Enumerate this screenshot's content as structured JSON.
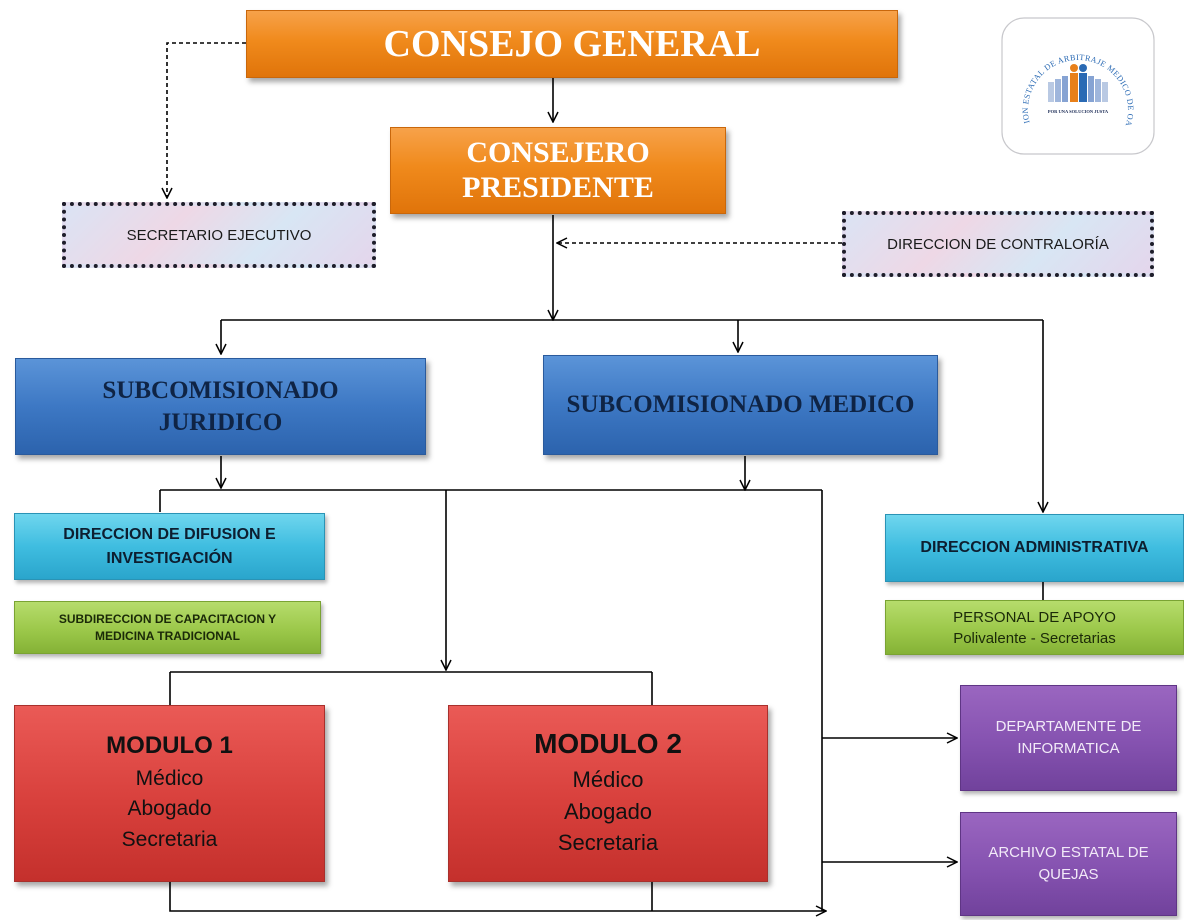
{
  "consejo_general": {
    "label": "CONSEJO GENERAL"
  },
  "consejero_presidente": {
    "line1": "CONSEJERO",
    "line2": "PRESIDENTE"
  },
  "secretario_ejecutivo": {
    "label": "SECRETARIO EJECUTIVO"
  },
  "direccion_contraloria": {
    "label": "DIRECCION DE CONTRALORÍA"
  },
  "subcomisionado_juridico": {
    "line1": "SUBCOMISIONADO",
    "line2": "JURIDICO"
  },
  "subcomisionado_medico": {
    "label": "SUBCOMISIONADO  MEDICO"
  },
  "direccion_difusion": {
    "line1": "DIRECCION DE DIFUSION E",
    "line2": "INVESTIGACIÓN"
  },
  "subdireccion_capacitacion": {
    "line1": "SUBDIRECCION DE CAPACITACION Y",
    "line2": "MEDICINA TRADICIONAL"
  },
  "direccion_administrativa": {
    "label": "DIRECCION ADMINISTRATIVA"
  },
  "personal_apoyo": {
    "line1": "PERSONAL DE APOYO",
    "line2": "Polivalente - Secretarias"
  },
  "modulo_1": {
    "title": "MODULO 1",
    "line1": "Médico",
    "line2": "Abogado",
    "line3": "Secretaria"
  },
  "modulo_2": {
    "title": "MODULO 2",
    "line1": "Médico",
    "line2": "Abogado",
    "line3": "Secretaria"
  },
  "departamento_informatica": {
    "line1": "DEPARTAMENTE DE",
    "line2": "INFORMATICA"
  },
  "archivo_quejas": {
    "line1": "ARCHIVO ESTATAL DE",
    "line2": "QUEJAS"
  },
  "logo": {
    "arc_text": "COMISION ESTATAL DE ARBITRAJE MEDICO DE OAXACA",
    "tagline": "POR UNA SOLUCION JUSTA"
  },
  "colors": {
    "orange": "#f08a1c",
    "blue": "#3d78c4",
    "cyan": "#3fbde0",
    "green": "#9cc84a",
    "red": "#d8403c",
    "purple": "#8552b0",
    "logo_blue": "#2a6ab4"
  }
}
